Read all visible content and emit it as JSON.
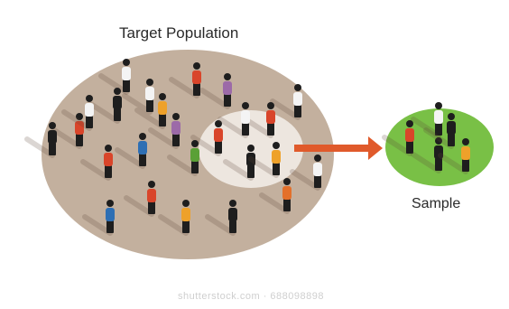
{
  "diagram": {
    "title": "Target Population",
    "sample_label": "Sample",
    "watermark": "shutterstock.com · 688098898"
  },
  "colors": {
    "population_fill": "#c3b09e",
    "highlight_fill": "#ede6df",
    "sample_fill": "#79c046",
    "arrow": "#e05a2b",
    "head_dark": "#1e1e1e",
    "orange": "#e3702b",
    "red": "#d9452a",
    "purple": "#9c6aa8",
    "blue": "#2e6fb4",
    "green": "#5aa036",
    "yellow_orange": "#eea12a",
    "white_shirt": "#f4f4f4"
  },
  "people": {
    "population": [
      {
        "shirt": "white_shirt"
      },
      {
        "shirt": "red"
      },
      {
        "shirt": "purple"
      },
      {
        "shirt": "white_shirt"
      },
      {
        "shirt": "head_dark"
      },
      {
        "shirt": "white_shirt"
      },
      {
        "shirt": "red"
      },
      {
        "shirt": "purple"
      },
      {
        "shirt": "red"
      },
      {
        "shirt": "red"
      },
      {
        "shirt": "white_shirt"
      },
      {
        "shirt": "blue"
      },
      {
        "shirt": "green"
      },
      {
        "shirt": "red"
      },
      {
        "shirt": "head_dark"
      },
      {
        "shirt": "yellow_orange"
      },
      {
        "shirt": "white_shirt"
      },
      {
        "shirt": "red"
      },
      {
        "shirt": "orange"
      },
      {
        "shirt": "head_dark"
      },
      {
        "shirt": "yellow_orange"
      },
      {
        "shirt": "blue"
      },
      {
        "shirt": "white_shirt"
      },
      {
        "shirt": "yellow_orange"
      },
      {
        "shirt": "head_dark"
      }
    ],
    "sample": [
      {
        "shirt": "white_shirt"
      },
      {
        "shirt": "red"
      },
      {
        "shirt": "head_dark"
      },
      {
        "shirt": "head_dark"
      },
      {
        "shirt": "yellow_orange"
      }
    ]
  }
}
